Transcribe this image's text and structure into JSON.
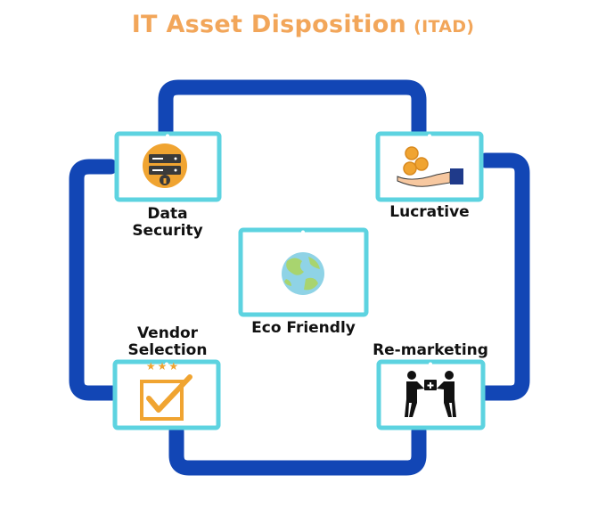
{
  "title": {
    "main": "IT Asset Disposition",
    "abbr": "(ITAD)"
  },
  "nodes": {
    "data_security": {
      "line1": "Data",
      "line2": "Security"
    },
    "lucrative": {
      "label": "Lucrative"
    },
    "eco_friendly": {
      "label": "Eco Friendly"
    },
    "vendor_selection": {
      "line1": "Vendor",
      "line2": "Selection",
      "stars": "★★★"
    },
    "remarketing": {
      "label": "Re-marketing"
    }
  },
  "colors": {
    "title": "#f2a65a",
    "connector": "#1246b5",
    "monitor": "#5dd3e0",
    "orange": "#f0a431",
    "globe_sea": "#8fd3e6",
    "globe_land": "#a8d46f"
  }
}
